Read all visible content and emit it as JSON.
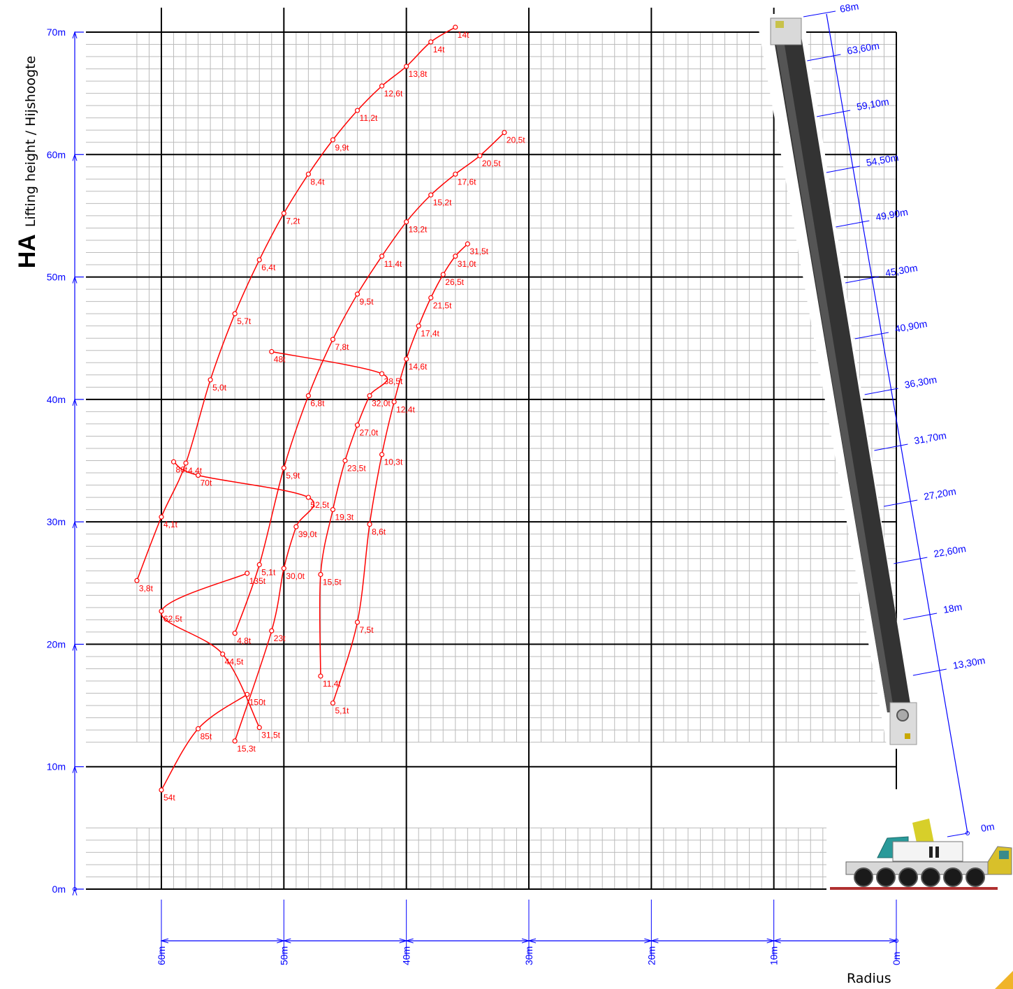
{
  "chart_data": {
    "type": "line",
    "title": "",
    "ylabel_abbr": "HA",
    "ylabel": "Lifting height / Hijshoogte",
    "xlabel": "Radius",
    "x_reversed": true,
    "xlim": [
      0,
      60
    ],
    "ylim": [
      0,
      70
    ],
    "x_ticks": [
      "0m",
      "10m",
      "20m",
      "30m",
      "40m",
      "50m",
      "60m"
    ],
    "y_ticks": [
      "0m",
      "10m",
      "20m",
      "30m",
      "40m",
      "50m",
      "60m",
      "70m"
    ],
    "grid": true,
    "colors": {
      "curve": "#ff0000",
      "axis": "#0000ff",
      "boom": "#333333",
      "grid_major": "#000000",
      "grid_minor": "#bbbbbb"
    },
    "series": [
      {
        "points": [
          {
            "x": 60,
            "y": 8.1,
            "label": "54t"
          },
          {
            "x": 57,
            "y": 13.1,
            "label": "85t"
          },
          {
            "x": 53,
            "y": 15.9,
            "label": "150t"
          }
        ]
      },
      {
        "points": [
          {
            "x": 52,
            "y": 13.2,
            "label": "31,5t"
          },
          {
            "x": 55,
            "y": 19.2,
            "label": "44,5t"
          },
          {
            "x": 60,
            "y": 22.7,
            "label": "62,5t"
          },
          {
            "x": 53,
            "y": 25.8,
            "label": "135t"
          }
        ]
      },
      {
        "points": [
          {
            "x": 54,
            "y": 12.1,
            "label": "15,3t"
          },
          {
            "x": 51,
            "y": 21.1,
            "label": "23t"
          },
          {
            "x": 50,
            "y": 26.2,
            "label": "30,0t"
          },
          {
            "x": 49,
            "y": 29.6,
            "label": "39,0t"
          },
          {
            "x": 48,
            "y": 32.0,
            "label": "52,5t"
          },
          {
            "x": 57,
            "y": 33.8,
            "label": "70t"
          },
          {
            "x": 59,
            "y": 34.9,
            "label": "80t"
          }
        ]
      },
      {
        "points": [
          {
            "x": 47,
            "y": 17.4,
            "label": "11,4t"
          },
          {
            "x": 47,
            "y": 25.7,
            "label": "15,5t"
          },
          {
            "x": 46,
            "y": 31.0,
            "label": "19,3t"
          },
          {
            "x": 45,
            "y": 35.0,
            "label": "23,5t"
          },
          {
            "x": 44,
            "y": 37.9,
            "label": "27,0t"
          },
          {
            "x": 43,
            "y": 40.3,
            "label": "32,0t"
          },
          {
            "x": 42,
            "y": 42.1,
            "label": "38,5t"
          },
          {
            "x": 51,
            "y": 43.9,
            "label": "48t"
          }
        ]
      },
      {
        "points": [
          {
            "x": 46,
            "y": 15.2,
            "label": "5,1t"
          },
          {
            "x": 44,
            "y": 21.8,
            "label": "7,5t"
          },
          {
            "x": 43,
            "y": 29.8,
            "label": "8,6t"
          },
          {
            "x": 42,
            "y": 35.5,
            "label": "10,3t"
          },
          {
            "x": 41,
            "y": 39.8,
            "label": "12,4t"
          },
          {
            "x": 40,
            "y": 43.3,
            "label": "14,6t"
          },
          {
            "x": 39,
            "y": 46.0,
            "label": "17,4t"
          },
          {
            "x": 38,
            "y": 48.3,
            "label": "21,5t"
          },
          {
            "x": 37,
            "y": 50.2,
            "label": "26,5t"
          },
          {
            "x": 36,
            "y": 51.7,
            "label": "31,0t"
          },
          {
            "x": 35,
            "y": 52.7,
            "label": "31,5t"
          }
        ]
      },
      {
        "points": [
          {
            "x": 54,
            "y": 20.9,
            "label": "4,8t"
          },
          {
            "x": 52,
            "y": 26.5,
            "label": "5,1t"
          },
          {
            "x": 50,
            "y": 34.4,
            "label": "5,9t"
          },
          {
            "x": 48,
            "y": 40.3,
            "label": "6,8t"
          },
          {
            "x": 46,
            "y": 44.9,
            "label": "7,8t"
          },
          {
            "x": 44,
            "y": 48.6,
            "label": "9,5t"
          },
          {
            "x": 42,
            "y": 51.7,
            "label": "11,4t"
          },
          {
            "x": 40,
            "y": 54.5,
            "label": "13,2t"
          },
          {
            "x": 38,
            "y": 56.7,
            "label": "15,2t"
          },
          {
            "x": 36,
            "y": 58.4,
            "label": "17,6t"
          },
          {
            "x": 34,
            "y": 59.9,
            "label": "20,5t"
          },
          {
            "x": 32,
            "y": 61.8,
            "label": "20,5t"
          }
        ]
      },
      {
        "points": [
          {
            "x": 62,
            "y": 25.2,
            "label": "3,8t"
          },
          {
            "x": 60,
            "y": 30.4,
            "label": "4,1t"
          },
          {
            "x": 58,
            "y": 34.8,
            "label": "4,4t"
          },
          {
            "x": 56,
            "y": 41.6,
            "label": "5,0t"
          },
          {
            "x": 54,
            "y": 47.0,
            "label": "5,7t"
          },
          {
            "x": 52,
            "y": 51.4,
            "label": "6,4t"
          },
          {
            "x": 50,
            "y": 55.2,
            "label": "7,2t"
          },
          {
            "x": 48,
            "y": 58.4,
            "label": "8,4t"
          },
          {
            "x": 46,
            "y": 61.2,
            "label": "9,9t"
          },
          {
            "x": 44,
            "y": 63.6,
            "label": "11,2t"
          },
          {
            "x": 42,
            "y": 65.6,
            "label": "12,6t"
          },
          {
            "x": 40,
            "y": 67.2,
            "label": "13,8t"
          },
          {
            "x": 38,
            "y": 69.2,
            "label": "14t"
          },
          {
            "x": 36,
            "y": 70.4,
            "label": "14t"
          }
        ]
      }
    ],
    "boom_lengths": [
      "0m",
      "13,30m",
      "18m",
      "22,60m",
      "27,20m",
      "31,70m",
      "36,30m",
      "40,90m",
      "45,30m",
      "49,90m",
      "54,50m",
      "59,10m",
      "63,60m",
      "68m"
    ]
  }
}
